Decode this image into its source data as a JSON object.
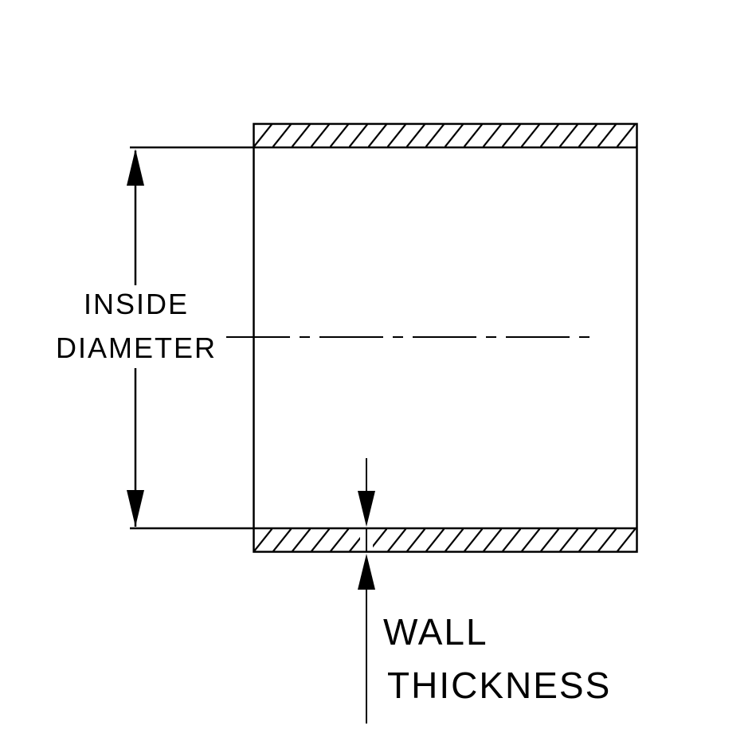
{
  "page": {
    "background": "#ffffff",
    "line_color": "#000000"
  },
  "diagram": {
    "type": "technical-drawing",
    "description": "Tube / hose cross-section dimension drawing",
    "labels": {
      "inside_diameter": {
        "line1": "INSIDE",
        "line2": "DIAMETER"
      },
      "wall_thickness": {
        "line1": "WALL",
        "line2": "THICKNESS"
      }
    }
  }
}
